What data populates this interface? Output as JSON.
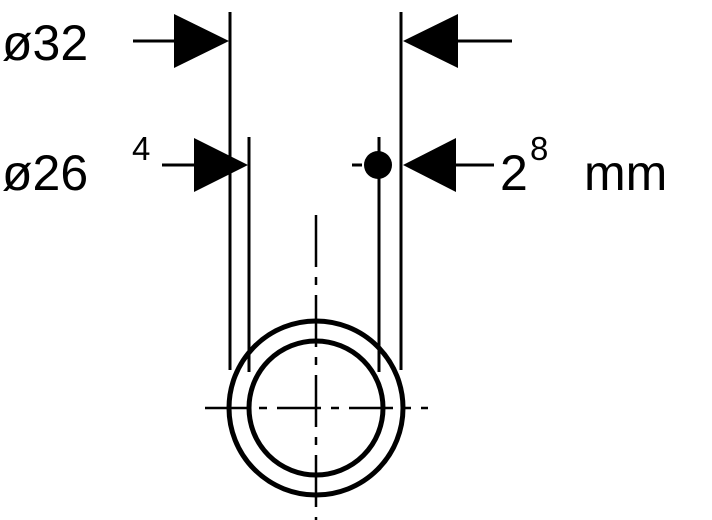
{
  "labels": {
    "outer_diameter": "ø32",
    "inner_diameter_base": "ø26",
    "inner_diameter_sup": "4",
    "wall_base": "2",
    "wall_sup": "8",
    "wall_unit": "mm"
  },
  "colors": {
    "ink": "#000000",
    "background": "#ffffff"
  }
}
